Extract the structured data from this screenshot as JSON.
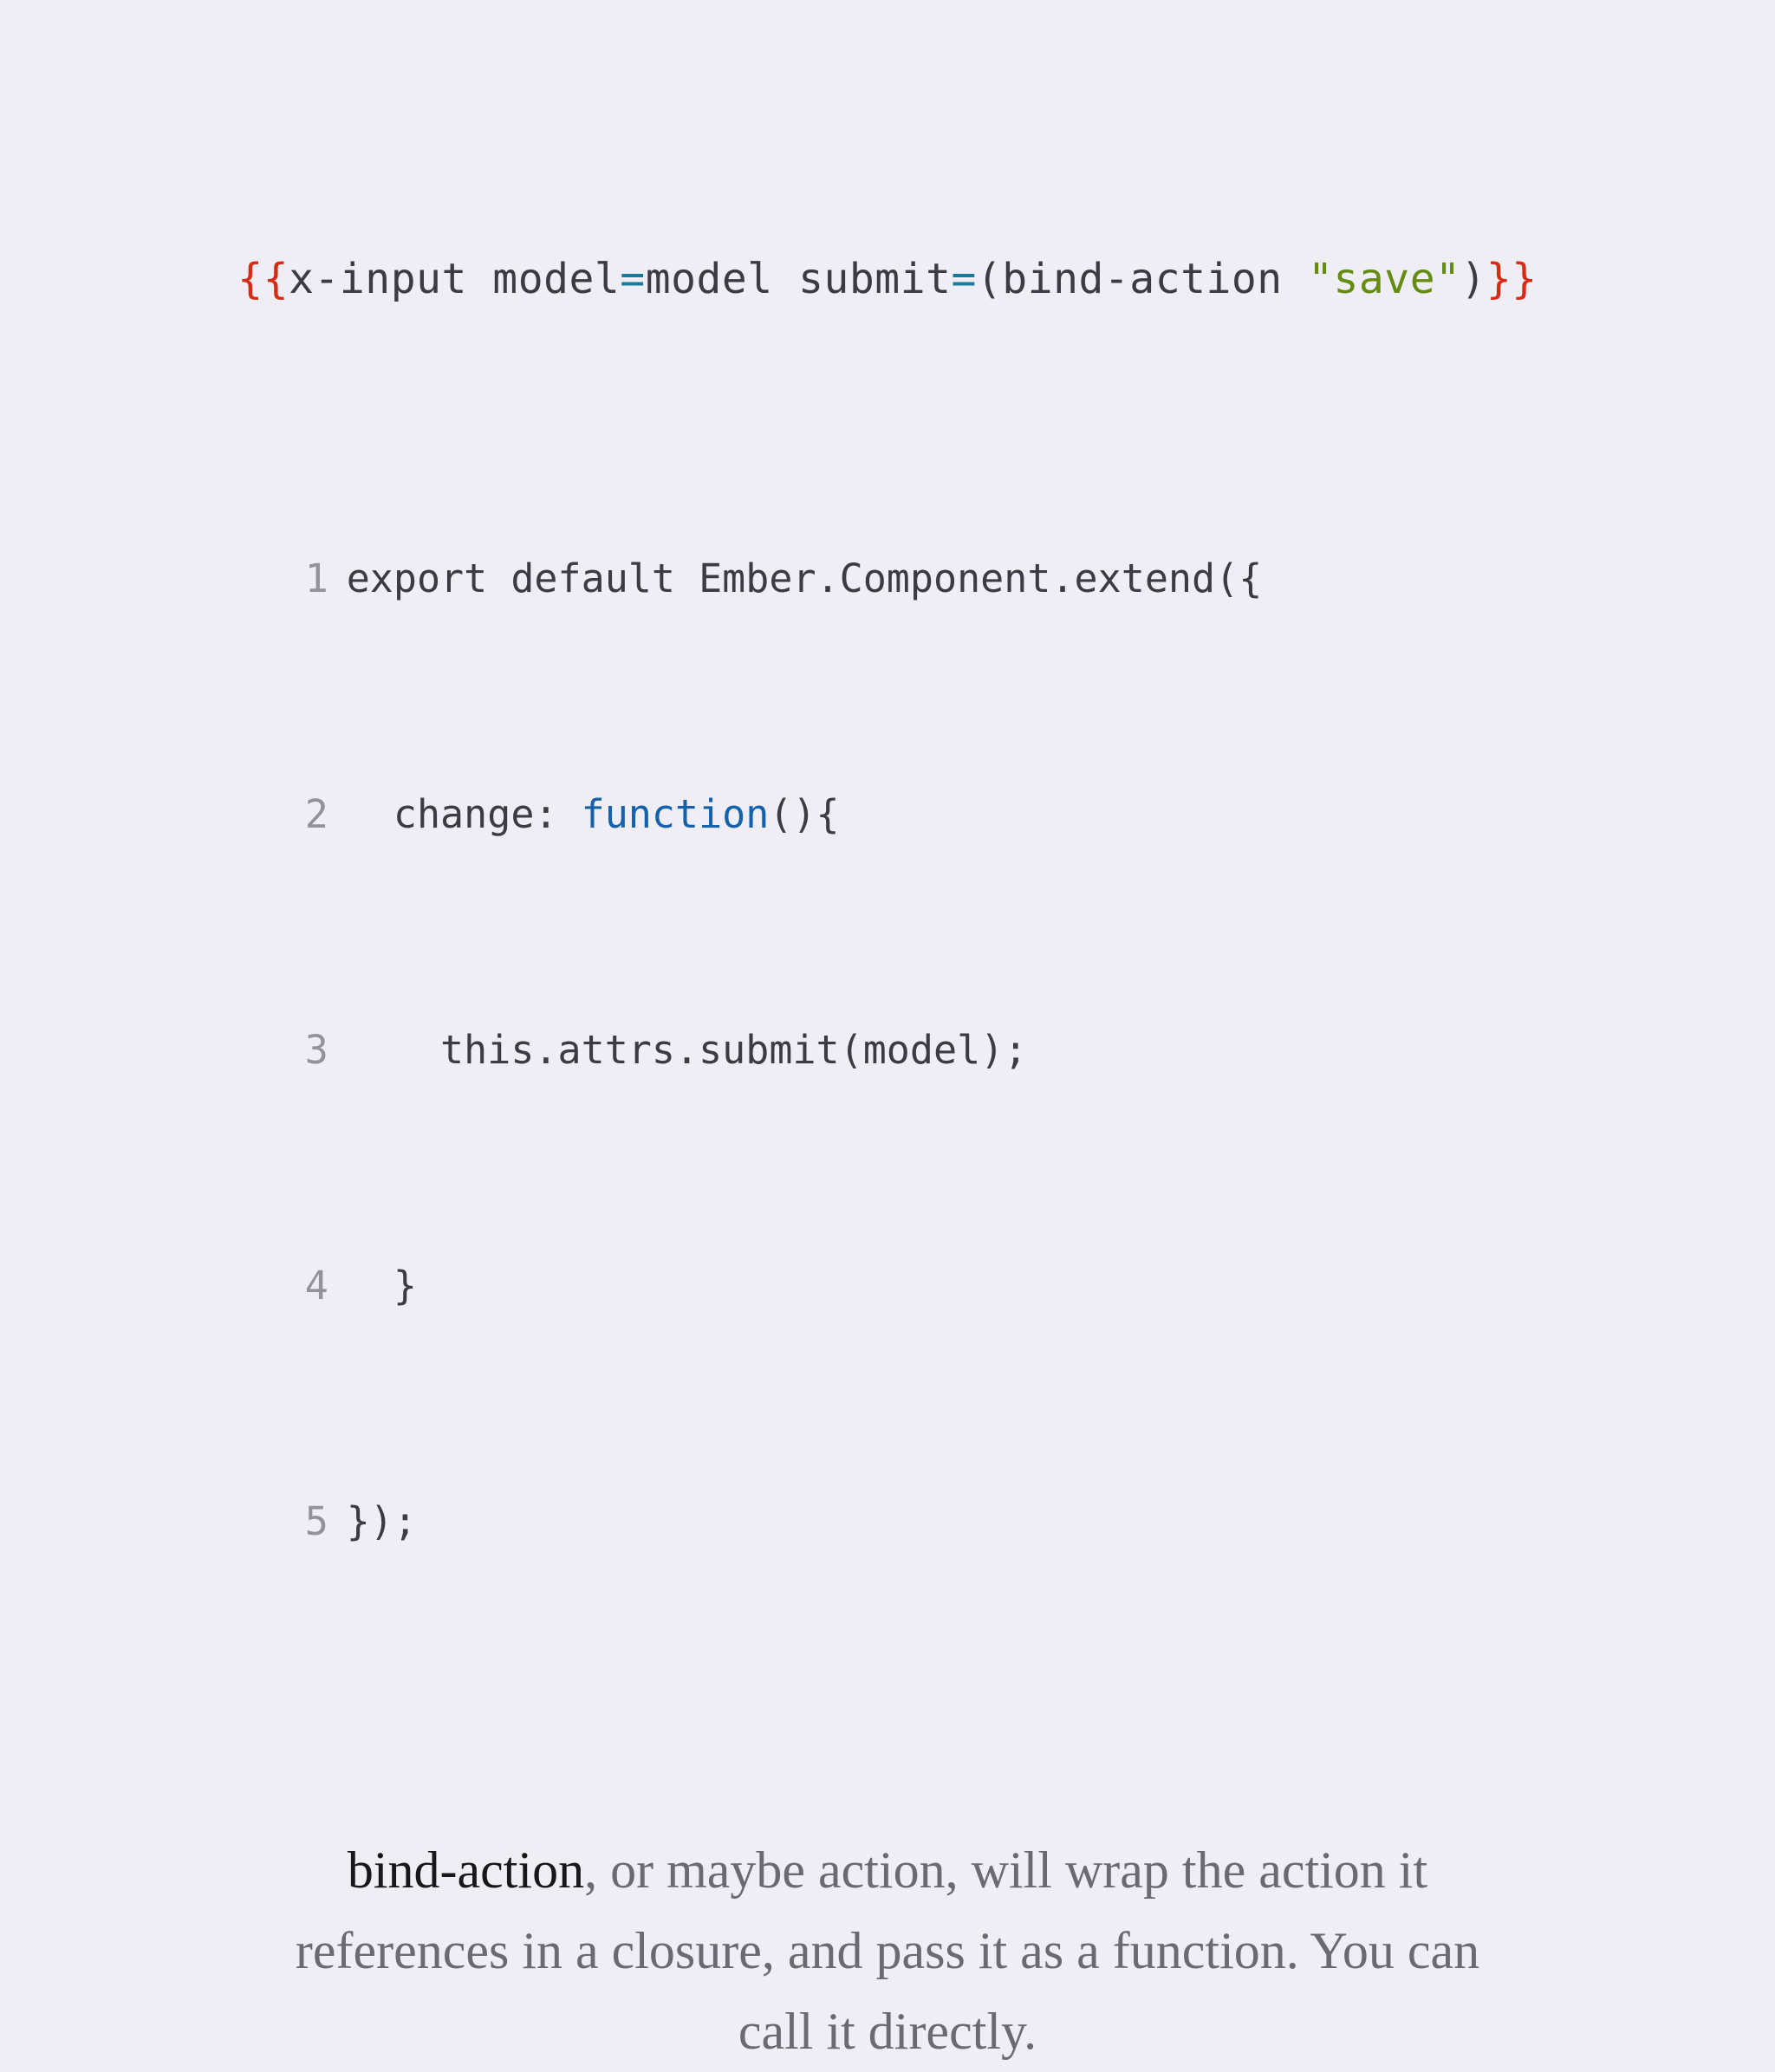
{
  "slide": {
    "background_color": "#eeeef4",
    "template_line": {
      "full_text": "{{x-input model=model submit=(bind-action \"save\")}}",
      "open_braces": "{{",
      "helper_name": "x-input",
      "space_1": " ",
      "attr_model_name": "model",
      "eq_1": "=",
      "attr_model_value": "model",
      "space_2": " ",
      "attr_submit_name": "submit",
      "eq_2": "=",
      "open_paren_helper": "(bind-action ",
      "string_save": "\"save\"",
      "close_paren": ")",
      "close_braces": "}}"
    },
    "code_block": {
      "language": "javascript",
      "lines": [
        {
          "number": "1",
          "text": "export default Ember.Component.extend({"
        },
        {
          "number": "2",
          "prefix": "  change: ",
          "keyword": "function",
          "suffix": "(){"
        },
        {
          "number": "3",
          "text": "    this.attrs.submit(model);"
        },
        {
          "number": "4",
          "text": "  }"
        },
        {
          "number": "5",
          "text": "});"
        }
      ]
    },
    "caption": {
      "emphasis": "bind-action",
      "rest": ", or maybe action, will wrap the action it references in a closure, and pass it as a function. You can call it directly."
    },
    "colors": {
      "background": "#eeeef4",
      "code_text": "#3b3b42",
      "line_number": "#92929a",
      "brace_red": "#d62c16",
      "equals_teal": "#1b7a9c",
      "string_green": "#648c10",
      "keyword_blue": "#1561ab",
      "caption_gray": "#6a6a72",
      "caption_emphasis": "#18181c"
    }
  }
}
